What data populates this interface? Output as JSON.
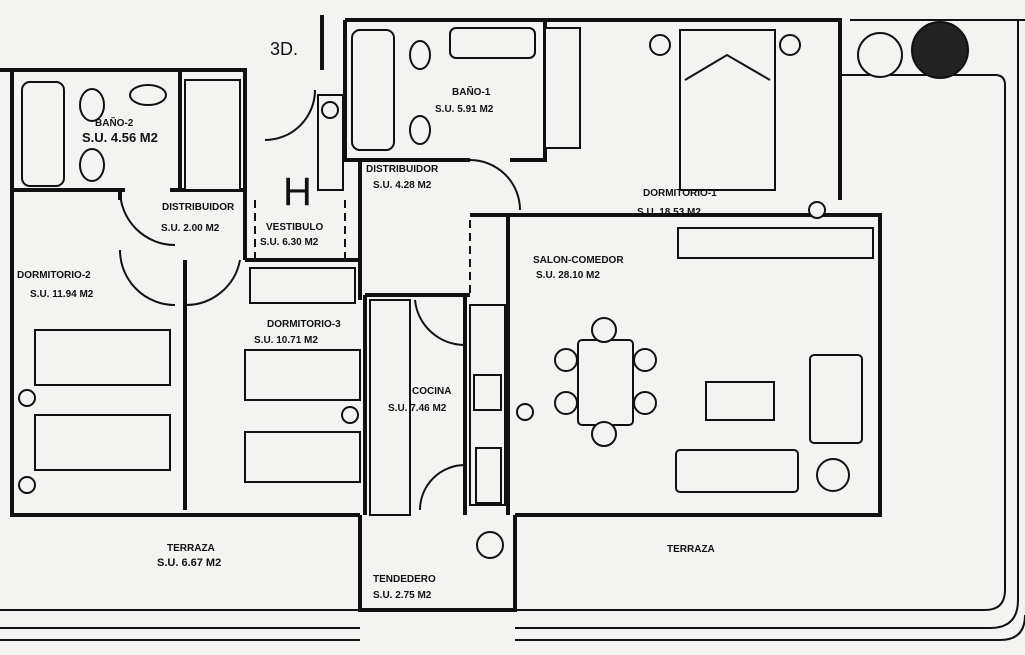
{
  "plan": {
    "unit_label": "3D.",
    "hall_symbol": "H",
    "rooms": [
      {
        "name": "BAÑO-2",
        "area": "S.U. 4.56 M2"
      },
      {
        "name": "BAÑO-1",
        "area": "S.U. 5.91 M2"
      },
      {
        "name": "DISTRIBUIDOR",
        "area": "S.U. 2.00 M2"
      },
      {
        "name": "VESTIBULO",
        "area": "S.U. 6.30 M2"
      },
      {
        "name": "DISTRIBUIDOR",
        "area": "S.U. 4.28 M2"
      },
      {
        "name": "DORMITORIO-1",
        "area": "S.U. 18.53 M2"
      },
      {
        "name": "DORMITORIO-2",
        "area": "S.U. 11.94 M2"
      },
      {
        "name": "DORMITORIO-3",
        "area": "S.U. 10.71 M2"
      },
      {
        "name": "SALON-COMEDOR",
        "area": "S.U. 28.10 M2"
      },
      {
        "name": "COCINA",
        "area": "S.U. 7.46 M2"
      },
      {
        "name": "TERRAZA",
        "area": "S.U. 6.67 M2"
      },
      {
        "name": "TENDEDERO",
        "area": "S.U. 2.75 M2"
      },
      {
        "name": "TERRAZA",
        "area": ""
      }
    ]
  }
}
